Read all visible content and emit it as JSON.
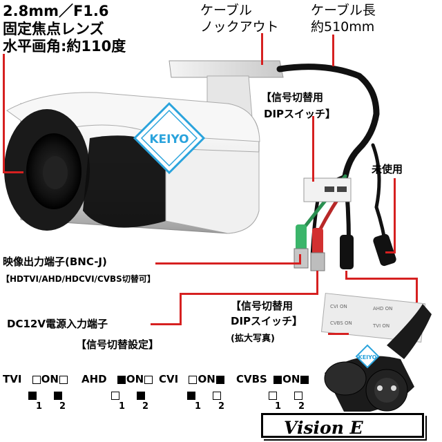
{
  "labels": {
    "lens_spec": "2.8mm／F1.6",
    "lens_type": "固定焦点レンズ",
    "view_angle": "水平画角:約110度",
    "cable_knockout_1": "ケーブル",
    "cable_knockout_2": "ノックアウト",
    "cable_length_1": "ケーブル長",
    "cable_length_2": "約510mm",
    "dip_switch_1": "【信号切替用",
    "dip_switch_2": "DIPスイッチ】",
    "unused": "未使用",
    "video_out": "映像出力端子(BNC-J)",
    "video_formats": "【HDTVI/AHD/HDCVI/CVBS切替可】",
    "dip_zoom_1": "【信号切替用",
    "dip_zoom_2": "DIPスイッチ】",
    "dip_zoom_3": "(拡大写真)",
    "power_in": "DC12V電源入力端子",
    "signal_setting": "【信号切替設定】"
  },
  "logo_text": "KEIYO",
  "dip_settings": [
    {
      "mode": "TVI",
      "on": "ON",
      "sw1": "off",
      "sw2": "off",
      "n1": "1",
      "n2": "2",
      "b1": "on",
      "b2": "on"
    },
    {
      "mode": "AHD",
      "on": "ON",
      "sw1": "on",
      "sw2": "off",
      "n1": "1",
      "n2": "2",
      "b1": "off",
      "b2": "on"
    },
    {
      "mode": "CVI",
      "on": "ON",
      "sw1": "off",
      "sw2": "on",
      "n1": "1",
      "n2": "2",
      "b1": "on",
      "b2": "off"
    },
    {
      "mode": "CVBS",
      "on": "ON",
      "sw1": "on",
      "sw2": "on",
      "n1": "1",
      "n2": "2",
      "b1": "off",
      "b2": "off"
    }
  ],
  "brand": "Vision E",
  "colors": {
    "callout": "#d62020",
    "logo_blue": "#2aa3dc",
    "connector_green": "#3bb56a",
    "connector_red": "#d23030"
  }
}
